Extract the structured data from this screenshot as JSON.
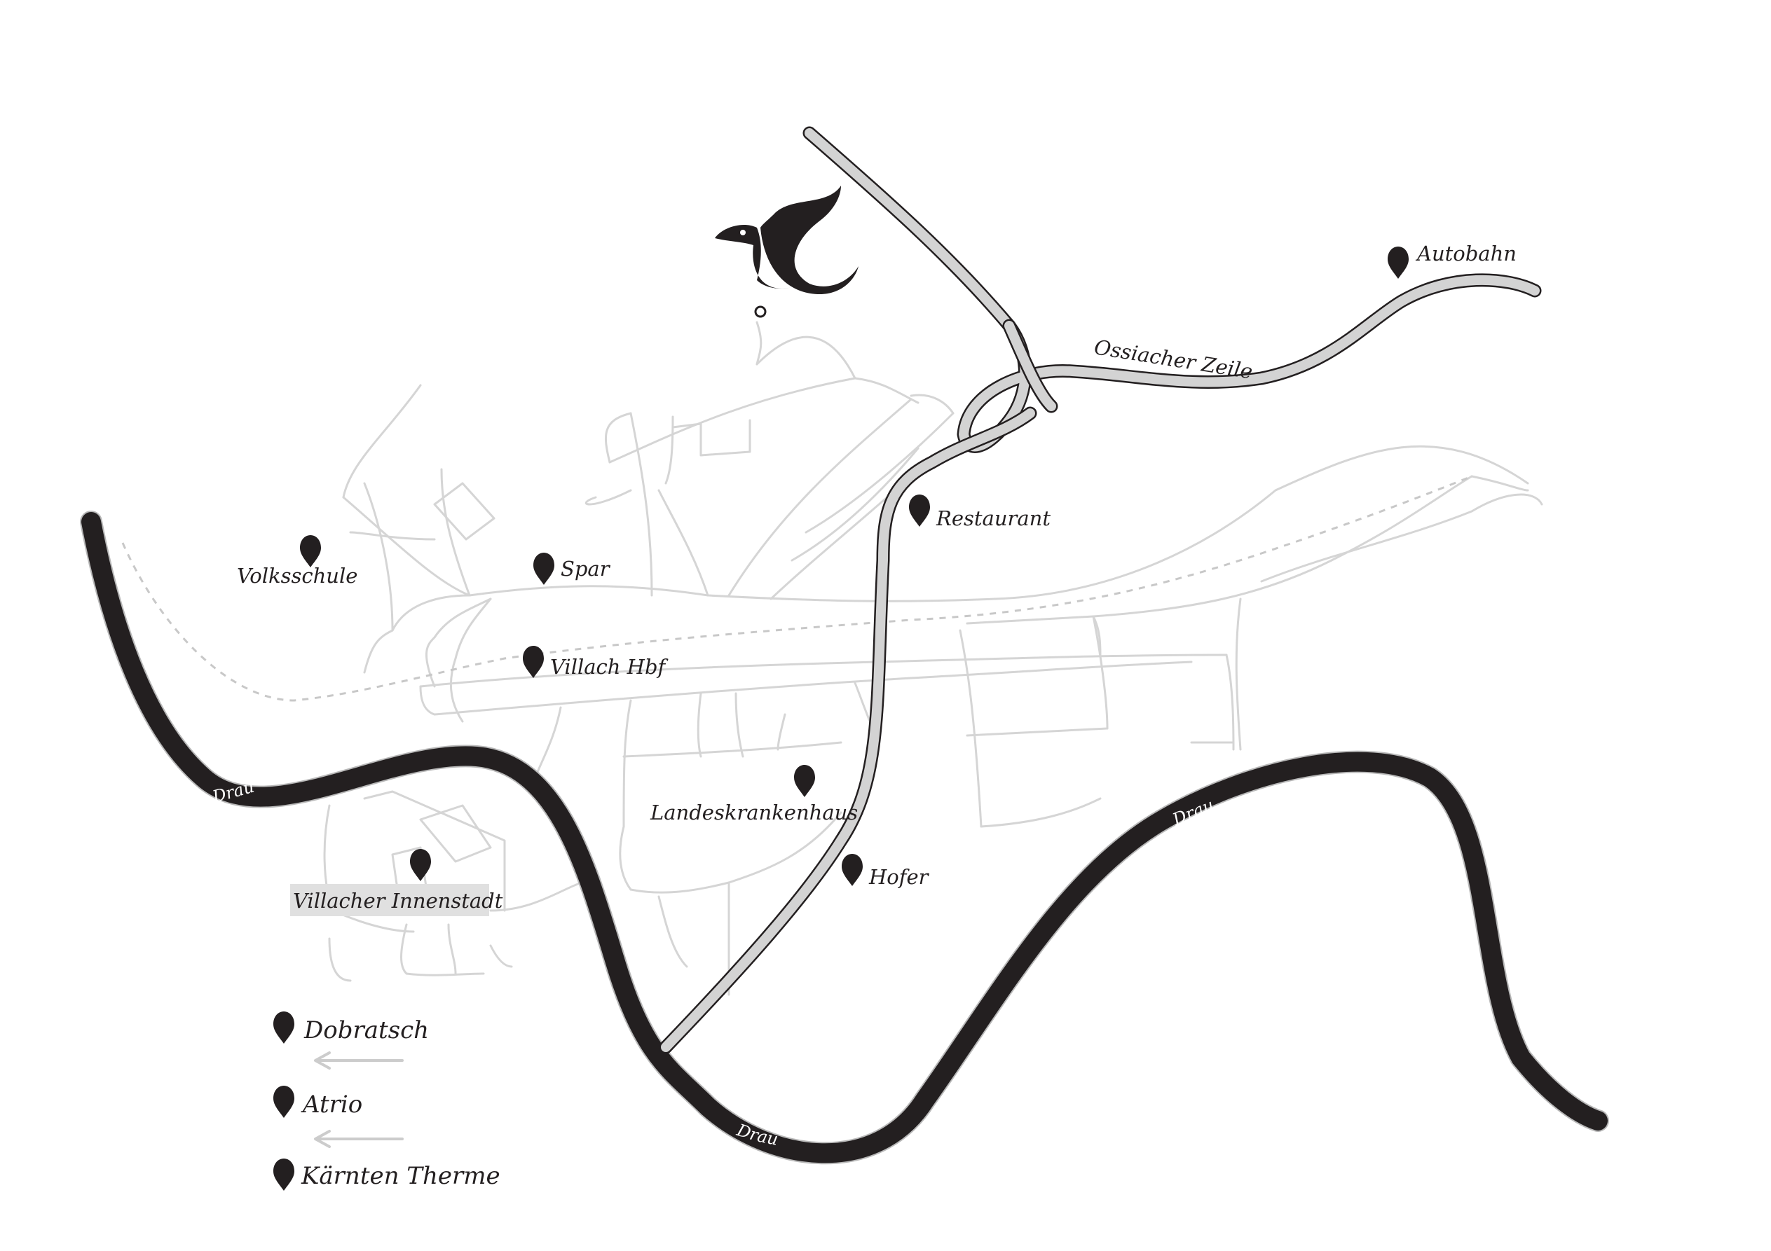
{
  "pois": {
    "autobahn": "Autobahn",
    "ossiacher_zeile": "Ossiacher Zeile",
    "restaurant": "Restaurant",
    "volksschule": "Volksschule",
    "spar": "Spar",
    "villach_hbf": "Villach Hbf",
    "landeskrankenhaus": "Landeskrankenhaus",
    "hofer": "Hofer",
    "innenstadt": "Villacher Innenstadt"
  },
  "river": {
    "label_west": "Drau",
    "label_center": "Drau",
    "label_east": "Drau"
  },
  "legend": {
    "dobratsch": "Dobratsch",
    "atrio": "Atrio",
    "therme": "Kärnten Therme"
  },
  "colors": {
    "ink": "#231f20",
    "street": "#d5d5d5",
    "road_fill": "#d3d3d3",
    "highlight": "#e0e0e0"
  },
  "icons": {
    "logo": "bird-logo-icon",
    "marker": "map-pin-icon",
    "arrow": "arrow-left-icon"
  }
}
